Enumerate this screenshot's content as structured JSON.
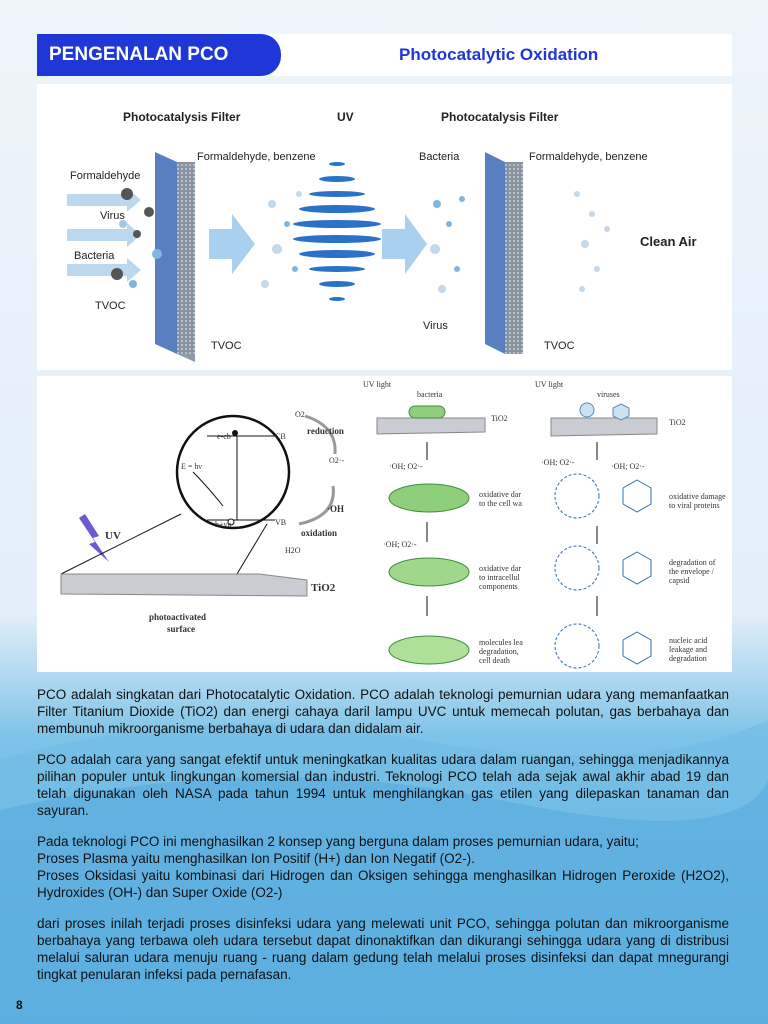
{
  "header": {
    "title": "PENGENALAN PCO",
    "subtitle": "Photocatalytic Oxidation"
  },
  "diagram1": {
    "filter_label_1": "Photocatalysis Filter",
    "uv_label": "UV",
    "filter_label_2": "Photocatalysis Filter",
    "formaldehyde_top": "Formaldehyde, benzene",
    "formaldehyde_top_2": "Formaldehyde, benzene",
    "bacteria_top": "Bacteria",
    "formaldehyde_left": "Formaldehyde",
    "virus_left": "Virus",
    "bacteria_left": "Bacteria",
    "tvoc_left": "TVOC",
    "tvoc_bottom_1": "TVOC",
    "virus_bottom": "Virus",
    "tvoc_bottom_2": "TVOC",
    "clean_air": "Clean Air"
  },
  "diagram2": {
    "uv": "UV",
    "o2": "O2",
    "reduction": "reduction",
    "o2_minus": "O2·-",
    "cb": "CB",
    "vb": "VB",
    "e_cb": "e-cb",
    "h_vb": "h+vb",
    "e_hv": "E = hν",
    "oh": "·OH",
    "oxidation": "oxidation",
    "h2o": "H2O",
    "tio2": "TiO2",
    "surface_1": "photoactivated",
    "surface_2": "surface",
    "uv_light_1": "UV light",
    "bacteria": "bacteria",
    "tio2_small_1": "TiO2",
    "uv_light_2": "UV light",
    "viruses": "viruses",
    "tio2_small_2": "TiO2",
    "radicals": "·OH; O2·-",
    "bac_step1": [
      "oxidative dar",
      "to the cell wa"
    ],
    "bac_step2": [
      "oxidative dar",
      "to intracellul",
      "components"
    ],
    "bac_step3": [
      "molecules lea",
      "degradation,",
      "cell death"
    ],
    "vir_step1": [
      "oxidative damage",
      "to viral proteins"
    ],
    "vir_step2": [
      "degradation of",
      "the envelope /",
      "capsid"
    ],
    "vir_step3": [
      "nucleic acid",
      "leakage and",
      "degradation"
    ]
  },
  "body": {
    "p1": "PCO adalah singkatan dari Photocatalytic Oxidation. PCO adalah teknologi pemurnian udara yang memanfaatkan Filter Titanium Dioxide (TiO2) dan energi cahaya daril lampu UVC untuk memecah polutan, gas berbahaya dan membunuh mikroorganisme berbahaya di udara dan didalam air.",
    "p2": "PCO adalah cara yang sangat efektif untuk meningkatkan kualitas udara dalam ruangan, sehingga menjadikannya pilihan populer untuk lingkungan komersial dan industri. Teknologi PCO telah ada sejak awal akhir abad 19 dan telah digunakan oleh NASA pada tahun 1994 untuk menghilangkan gas etilen yang dilepaskan tanaman dan sayuran.",
    "p3a": "Pada teknologi PCO ini menghasilkan 2 konsep yang berguna dalam proses pemurnian udara, yaitu;",
    "p3b": "Proses Plasma yaitu menghasilkan Ion Positif (H+) dan Ion Negatif (O2-).",
    "p3c": "Proses Oksidasi yaitu kombinasi dari Hidrogen dan Oksigen sehingga menghasilkan Hidrogen Peroxide (H2O2), Hydroxides (OH-) dan Super Oxide (O2-)",
    "p4": "dari proses inilah terjadi proses disinfeksi udara yang melewati unit PCO, sehingga polutan dan mikroorganisme berbahaya yang terbawa oleh udara tersebut dapat dinonaktifkan dan dikurangi sehingga udara yang di distribusi melalui saluran udara menuju ruang - ruang dalam gedung telah melalui proses disinfeksi dan dapat mnegurangi tingkat penularan infeksi pada pernafasan."
  },
  "page_number": "8"
}
